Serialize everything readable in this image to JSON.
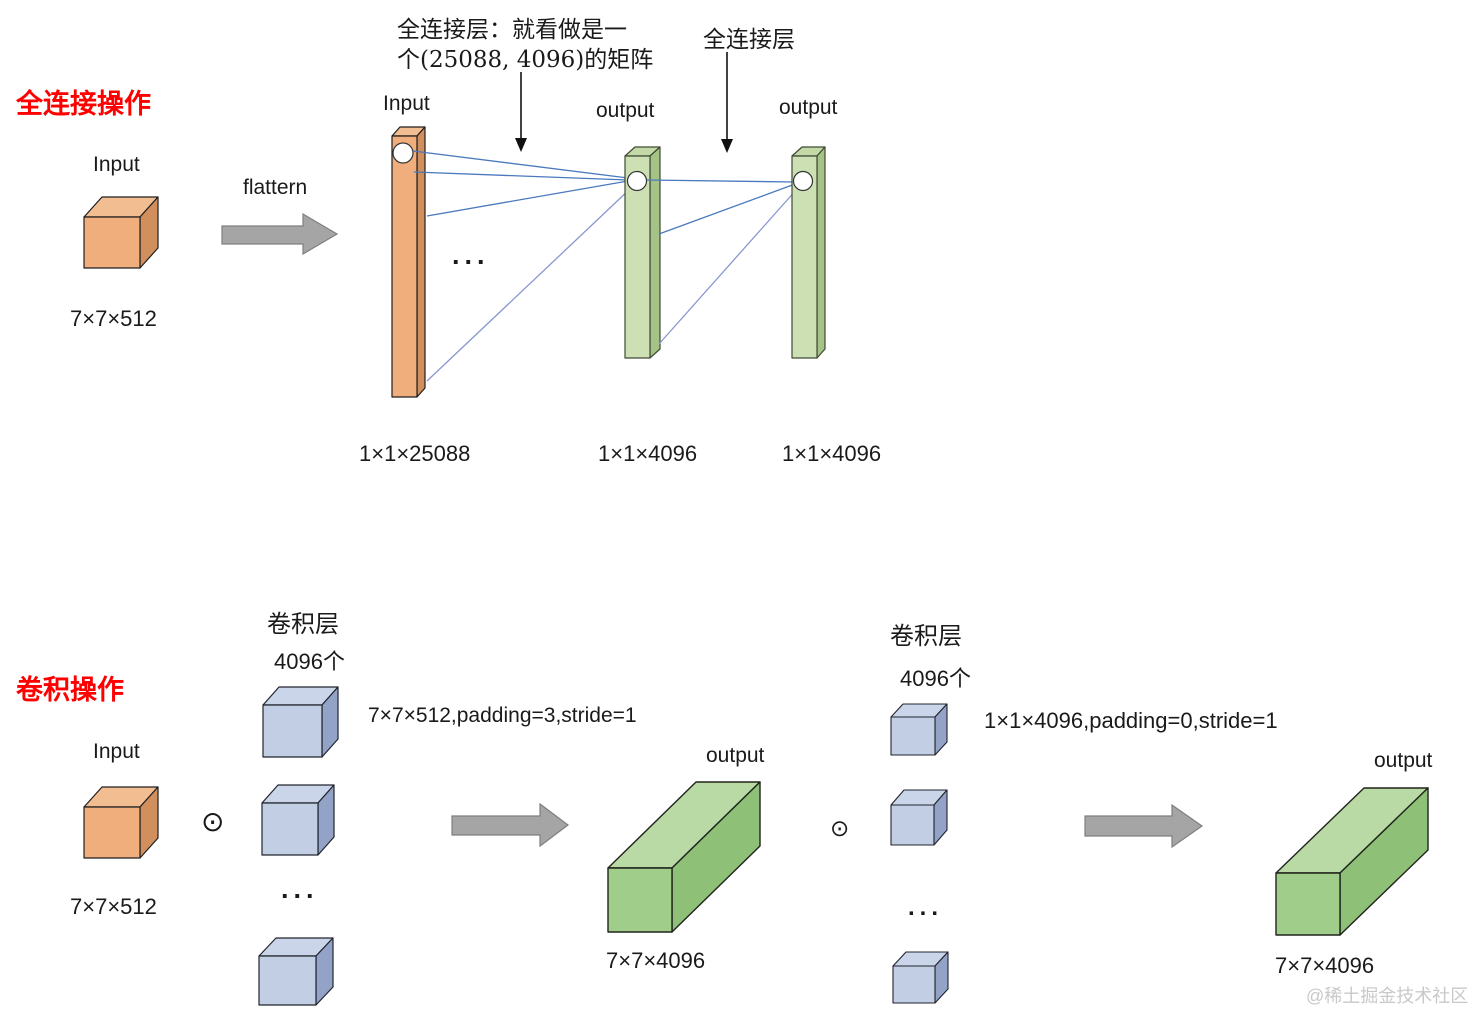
{
  "watermark": "@稀土掘金技术社区",
  "symbols": {
    "odot": "⊙",
    "dots": "..."
  },
  "colors": {
    "title_red": "#fe0000",
    "orange_front": "#f0ae7d",
    "orange_top": "#f3bd92",
    "orange_side": "#d18f5d",
    "green_bar_front": "#cde0b4",
    "green_bar_top": "#c3daa8",
    "green_bar_side": "#a6c387",
    "green_box_front": "#a0cd89",
    "green_box_top": "#b9daa4",
    "green_box_side": "#8ec077",
    "blue_cube_front": "#c2cee4",
    "blue_cube_top": "#cad5ea",
    "blue_cube_side": "#93a3c8",
    "arrow_gray": "#a5a5a5",
    "line_blue": "#4a79bd",
    "line_blue_light": "#8897d0"
  },
  "fc_section": {
    "title": "全连接操作",
    "note_matrix_line1": "全连接层：就看做是一",
    "note_matrix_line2": "个(25088, 4096)的矩阵",
    "note_fc": "全连接层",
    "input_label": "Input",
    "input_dim": "7×7×512",
    "flatten_label": "flattern",
    "flat_input_label": "Input",
    "flat_input_dim": "1×1×25088",
    "output1_label": "output",
    "output1_dim": "1×1×4096",
    "output2_label": "output",
    "output2_dim": "1×1×4096"
  },
  "conv_section": {
    "title": "卷积操作",
    "input_label": "Input",
    "input_dim": "7×7×512",
    "stage1": {
      "layer_label": "卷积层",
      "layer_count": "4096个",
      "params": "7×7×512,padding=3,stride=1",
      "output_label": "output",
      "output_dim": "7×7×4096"
    },
    "stage2": {
      "layer_label": "卷积层",
      "layer_count": "4096个",
      "params": "1×1×4096,padding=0,stride=1",
      "output_label": "output",
      "output_dim": "7×7×4096"
    }
  }
}
